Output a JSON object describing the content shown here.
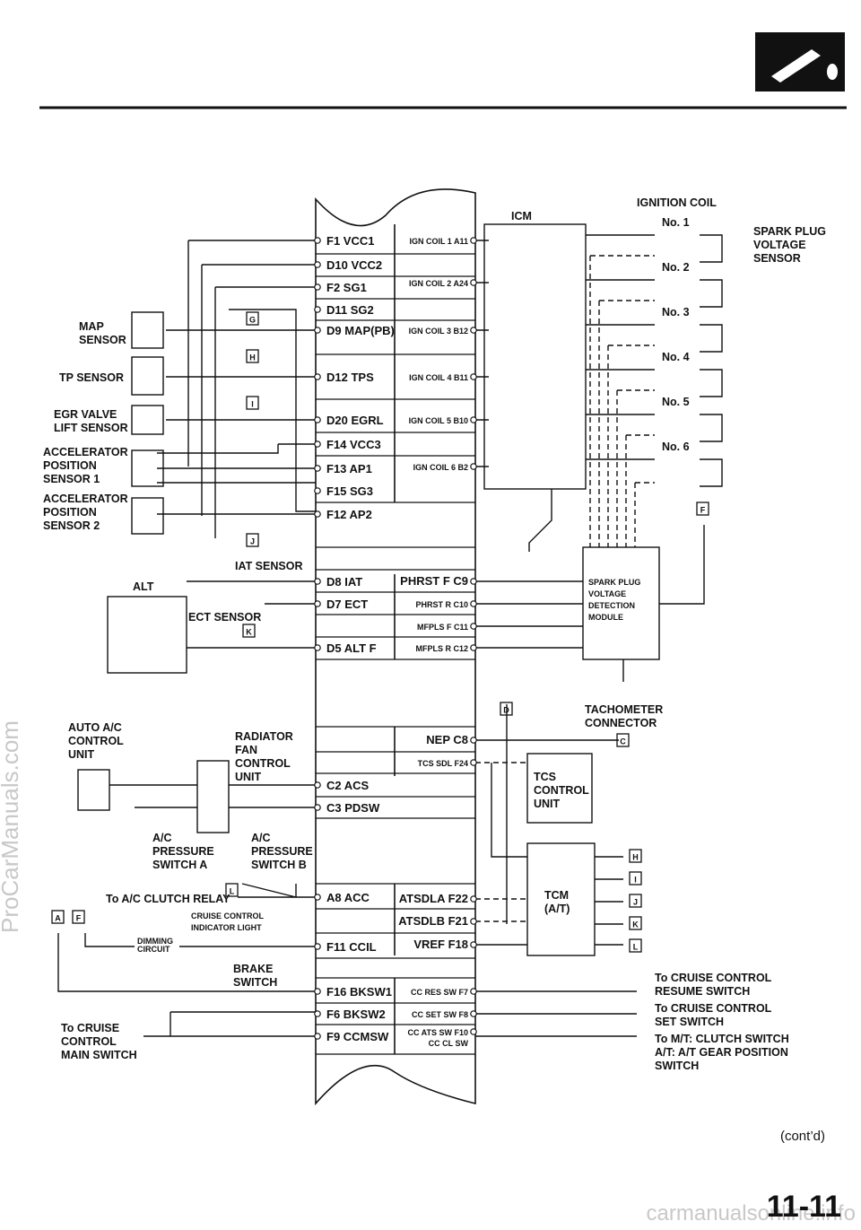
{
  "page": {
    "cont": "(cont’d)",
    "page_number": "11-11",
    "watermark_side": "ProCarManuals.com",
    "watermark_bottom": "carmanualsonline.info"
  },
  "ecm_pins_left": [
    "F1 VCC1",
    "D10 VCC2",
    "F2 SG1",
    "D11 SG2",
    "D9 MAP(PB)",
    "D12 TPS",
    "D20 EGRL",
    "F14 VCC3",
    "F13 AP1",
    "F15 SG3",
    "F12 AP2",
    "D8 IAT",
    "D7 ECT",
    "D5 ALT F",
    "C2 ACS",
    "C3 PDSW",
    "A8 ACC",
    "F11 CCIL",
    "F16 BKSW1",
    "F6 BKSW2",
    "F9 CCMSW"
  ],
  "ecm_pins_right": [
    "IGN COIL 1 A11",
    "IGN COIL 2 A24",
    "IGN COIL 3 B12",
    "IGN COIL 4 B11",
    "IGN COIL 5 B10",
    "IGN COIL 6 B2",
    "PHRST F C9",
    "PHRST R C10",
    "MFPLS F C11",
    "MFPLS R C12",
    "NEP C8",
    "TCS SDL F24",
    "ATSDLA F22",
    "ATSDLB F21",
    "VREF F18",
    "CC RES SW F7",
    "CC SET SW F8",
    "CC ATS SW F10",
    "CC CL SW"
  ],
  "components": {
    "icm": "ICM",
    "ignition_coil": "IGNITION COIL",
    "coils": [
      "No. 1",
      "No. 2",
      "No. 3",
      "No. 4",
      "No. 5",
      "No. 6"
    ],
    "spark_plug_sensor": [
      "SPARK PLUG",
      "VOLTAGE",
      "SENSOR"
    ],
    "map_sensor": [
      "MAP",
      "SENSOR"
    ],
    "tp_sensor": "TP SENSOR",
    "egr_sensor": [
      "EGR VALVE",
      "LIFT SENSOR"
    ],
    "aps1": [
      "ACCELERATOR",
      "POSITION",
      "SENSOR 1"
    ],
    "aps2": [
      "ACCELERATOR",
      "POSITION",
      "SENSOR 2"
    ],
    "iat_sensor": "IAT SENSOR",
    "ect_sensor": "ECT SENSOR",
    "alt": "ALT",
    "spdm": [
      "SPARK PLUG",
      "VOLTAGE",
      "DETECTION",
      "MODULE"
    ],
    "tacho": [
      "TACHOMETER",
      "CONNECTOR"
    ],
    "auto_ac": [
      "AUTO A/C",
      "CONTROL",
      "UNIT"
    ],
    "fan_unit": [
      "RADIATOR",
      "FAN",
      "CONTROL",
      "UNIT"
    ],
    "ac_switch_a": [
      "A/C",
      "PRESSURE",
      "SWITCH A"
    ],
    "ac_switch_b": [
      "A/C",
      "PRESSURE",
      "SWITCH B"
    ],
    "tcs_unit": [
      "TCS",
      "CONTROL",
      "UNIT"
    ],
    "tcm": [
      "TCM",
      "(A/T)"
    ],
    "clutch_relay": "To A/C CLUTCH RELAY",
    "cruise_light": [
      "CRUISE CONTROL",
      "INDICATOR LIGHT"
    ],
    "dimming": [
      "DIMMING",
      "CIRCUIT"
    ],
    "brake_switch": [
      "BRAKE",
      "SWITCH"
    ],
    "cruise_main": [
      "To CRUISE",
      "CONTROL",
      "MAIN SWITCH"
    ],
    "cruise_resume": [
      "To CRUISE CONTROL",
      "RESUME SWITCH"
    ],
    "cruise_set": [
      "To CRUISE CONTROL",
      "SET SWITCH"
    ],
    "mt_clutch": [
      "To M/T: CLUTCH SWITCH",
      "A/T:  A/T GEAR POSITION",
      "SWITCH"
    ]
  },
  "connector_tags": {
    "g": "G",
    "h": "H",
    "i": "I",
    "j": "J",
    "k": "K",
    "l": "L",
    "f": "F",
    "d": "D",
    "c": "C",
    "a": "A",
    "tcm_tags": [
      "H",
      "I",
      "J",
      "K",
      "L"
    ]
  }
}
